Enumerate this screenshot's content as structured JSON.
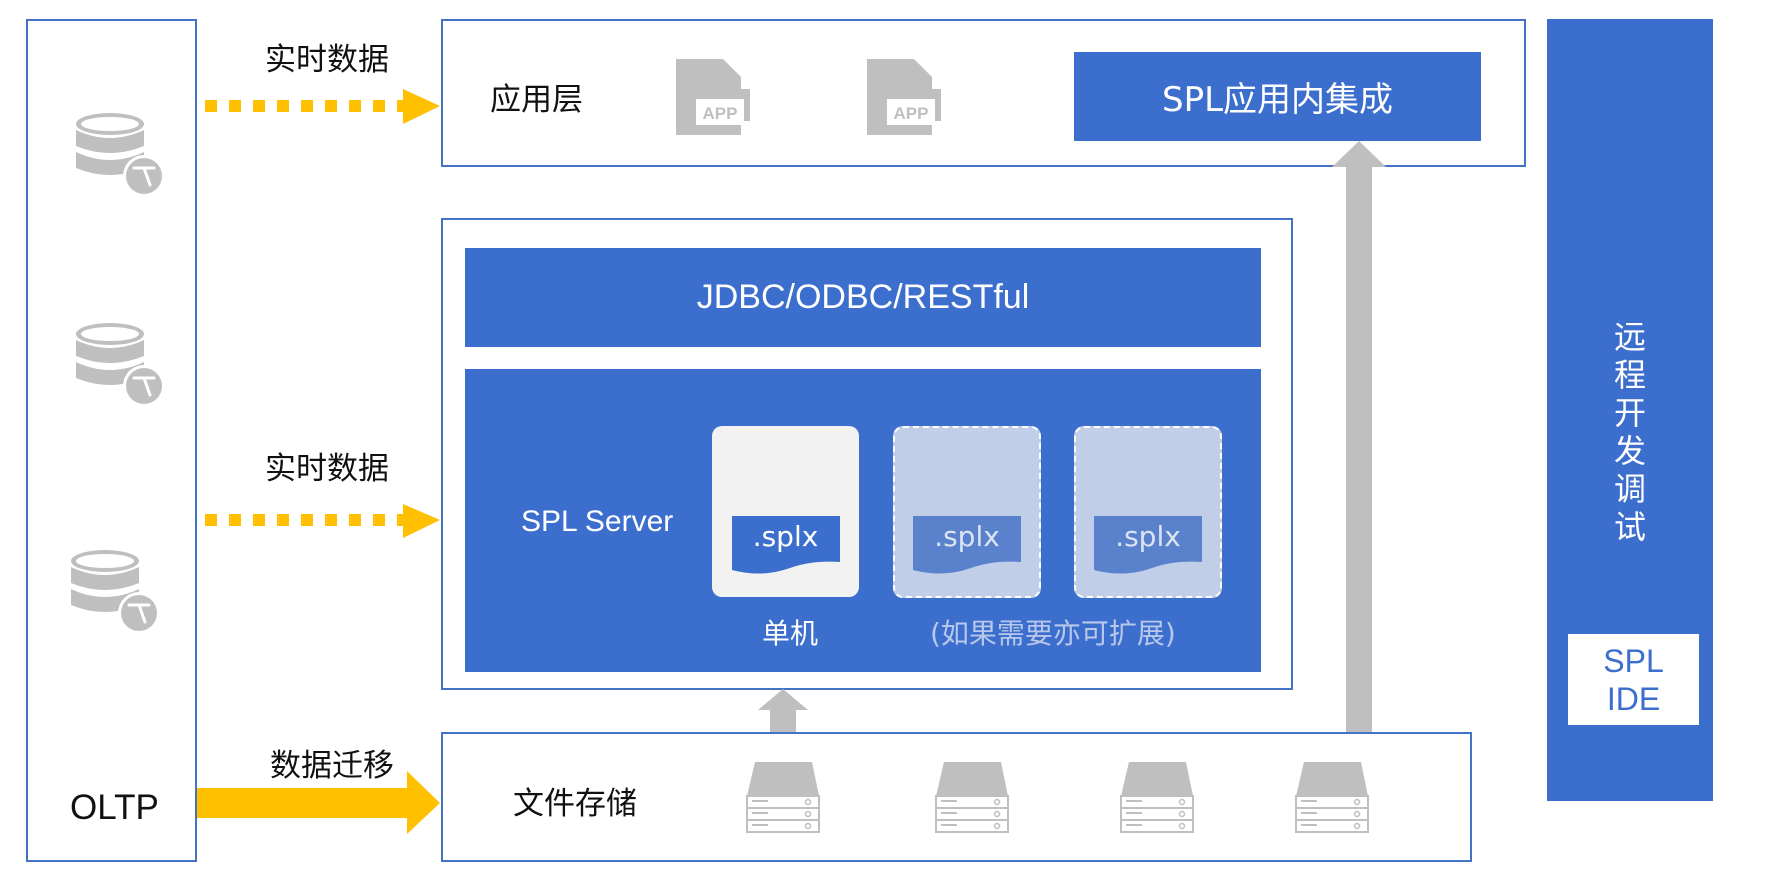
{
  "colors": {
    "primary_blue": "#3C6ECD",
    "border_blue": "#4472C4",
    "arrow_yellow": "#FFC000",
    "icon_gray": "#BFBFBF",
    "card_light": "#F2F2F2",
    "card_faded": "#C0CEE8"
  },
  "oltp": {
    "label": "OLTP",
    "databases": [
      {
        "icon": "database-icon"
      },
      {
        "icon": "database-icon"
      },
      {
        "icon": "database-icon"
      }
    ]
  },
  "flows": {
    "realtime_top": "实时数据",
    "realtime_middle": "实时数据",
    "migration": "数据迁移"
  },
  "app_layer": {
    "title": "应用层",
    "apps": [
      {
        "icon": "app-file-icon",
        "label": "APP"
      },
      {
        "icon": "app-file-icon",
        "label": "APP"
      }
    ],
    "integration": "SPL应用内集成"
  },
  "server_layer": {
    "interfaces": "JDBC/ODBC/RESTful",
    "server_label": "SPL Server",
    "nodes": [
      {
        "file": ".splx",
        "state": "active"
      },
      {
        "file": ".splx",
        "state": "optional"
      },
      {
        "file": ".splx",
        "state": "optional"
      }
    ],
    "single_caption": "单机",
    "expand_caption": "(如果需要亦可扩展)"
  },
  "storage_layer": {
    "title": "文件存储",
    "servers": [
      {
        "icon": "storage-server-icon"
      },
      {
        "icon": "storage-server-icon"
      },
      {
        "icon": "storage-server-icon"
      },
      {
        "icon": "storage-server-icon"
      }
    ]
  },
  "ide_panel": {
    "vertical_title": [
      "远",
      "程",
      "开",
      "发",
      "调",
      "试"
    ],
    "ide_line1": "SPL",
    "ide_line2": "IDE"
  }
}
